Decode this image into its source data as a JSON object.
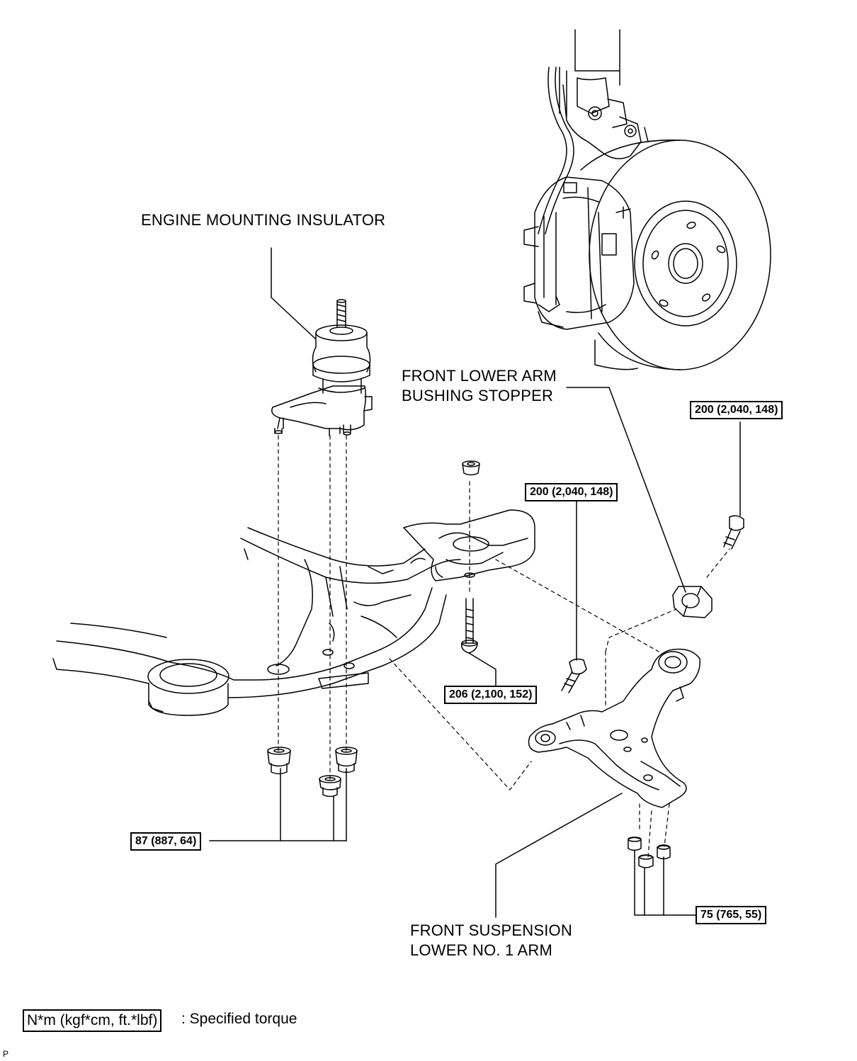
{
  "labels": {
    "engine_mount": "ENGINE MOUNTING INSULATOR",
    "bushing_stopper_1": "FRONT LOWER ARM",
    "bushing_stopper_2": "BUSHING STOPPER",
    "lower_arm_1": "FRONT SUSPENSION",
    "lower_arm_2": "LOWER NO. 1 ARM"
  },
  "torques": {
    "t200_a": "200 (2,040, 148)",
    "t200_b": "200 (2,040, 148)",
    "t206": "206 (2,100, 152)",
    "t87": "87 (887, 64)",
    "t75": "75 (765, 55)"
  },
  "legend": {
    "unit": "N*m (kgf*cm, ft.*lbf)",
    "desc": ": Specified torque"
  },
  "corner_mark": "P"
}
